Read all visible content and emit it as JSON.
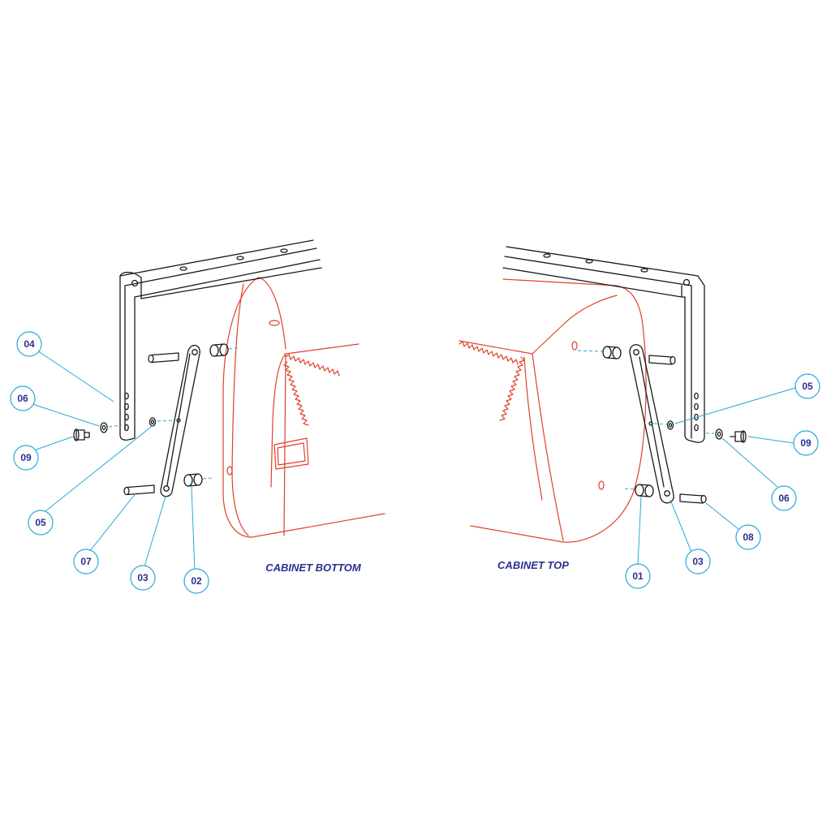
{
  "captions": {
    "left": "CABINET BOTTOM",
    "right": "CABINET TOP"
  },
  "callouts": {
    "left": [
      "04",
      "06",
      "09",
      "05",
      "07",
      "03",
      "02"
    ],
    "right": [
      "05",
      "09",
      "06",
      "08",
      "03",
      "01"
    ]
  },
  "colors": {
    "outline": "#1a1a1a",
    "cabinet": "#e0402a",
    "leader": "#2aa8d8",
    "label": "#2b2f8f"
  }
}
